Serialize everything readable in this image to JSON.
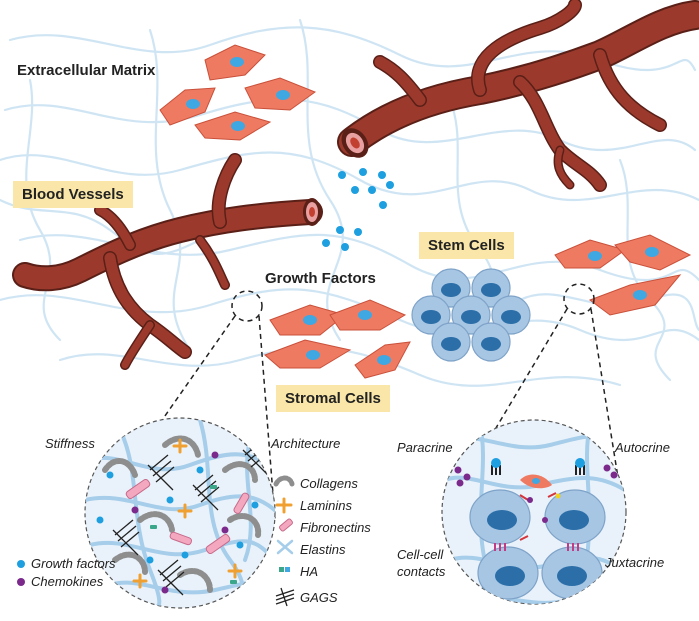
{
  "labels": {
    "extracellular_matrix": "Extracellular Matrix",
    "blood_vessels": "Blood Vessels",
    "growth_factors": "Growth Factors",
    "stem_cells": "Stem Cells",
    "stromal_cells": "Stromal Cells"
  },
  "left_inset": {
    "stiffness": "Stiffness",
    "architecture": "Architecture",
    "legend_right": [
      "Collagens",
      "Laminins",
      "Fibronectins",
      "Elastins",
      "HA",
      "GAGS"
    ],
    "legend_dots": [
      "Growth factors",
      "Chemokines"
    ]
  },
  "right_inset": {
    "paracrine": "Paracrine",
    "autocrine": "Autocrine",
    "cell_contacts": "Cell-cell\ncontacts",
    "juxtacrine": "Juxtacrine"
  },
  "colors": {
    "vessel": "#9b3a2c",
    "vessel_outline": "#5a1f17",
    "lumen": "#e8a0a0",
    "stromal_cell": "#ef7a62",
    "nucleus": "#3fa7e1",
    "stem_cell": "#a7c6e4",
    "stem_nucleus": "#2b6ea8",
    "ecm_fiber": "#cfe5f4",
    "label_box": "#f9e6a8",
    "growth_factor_dot": "#1e9fe0",
    "chemokine_dot": "#7b2a8c"
  }
}
